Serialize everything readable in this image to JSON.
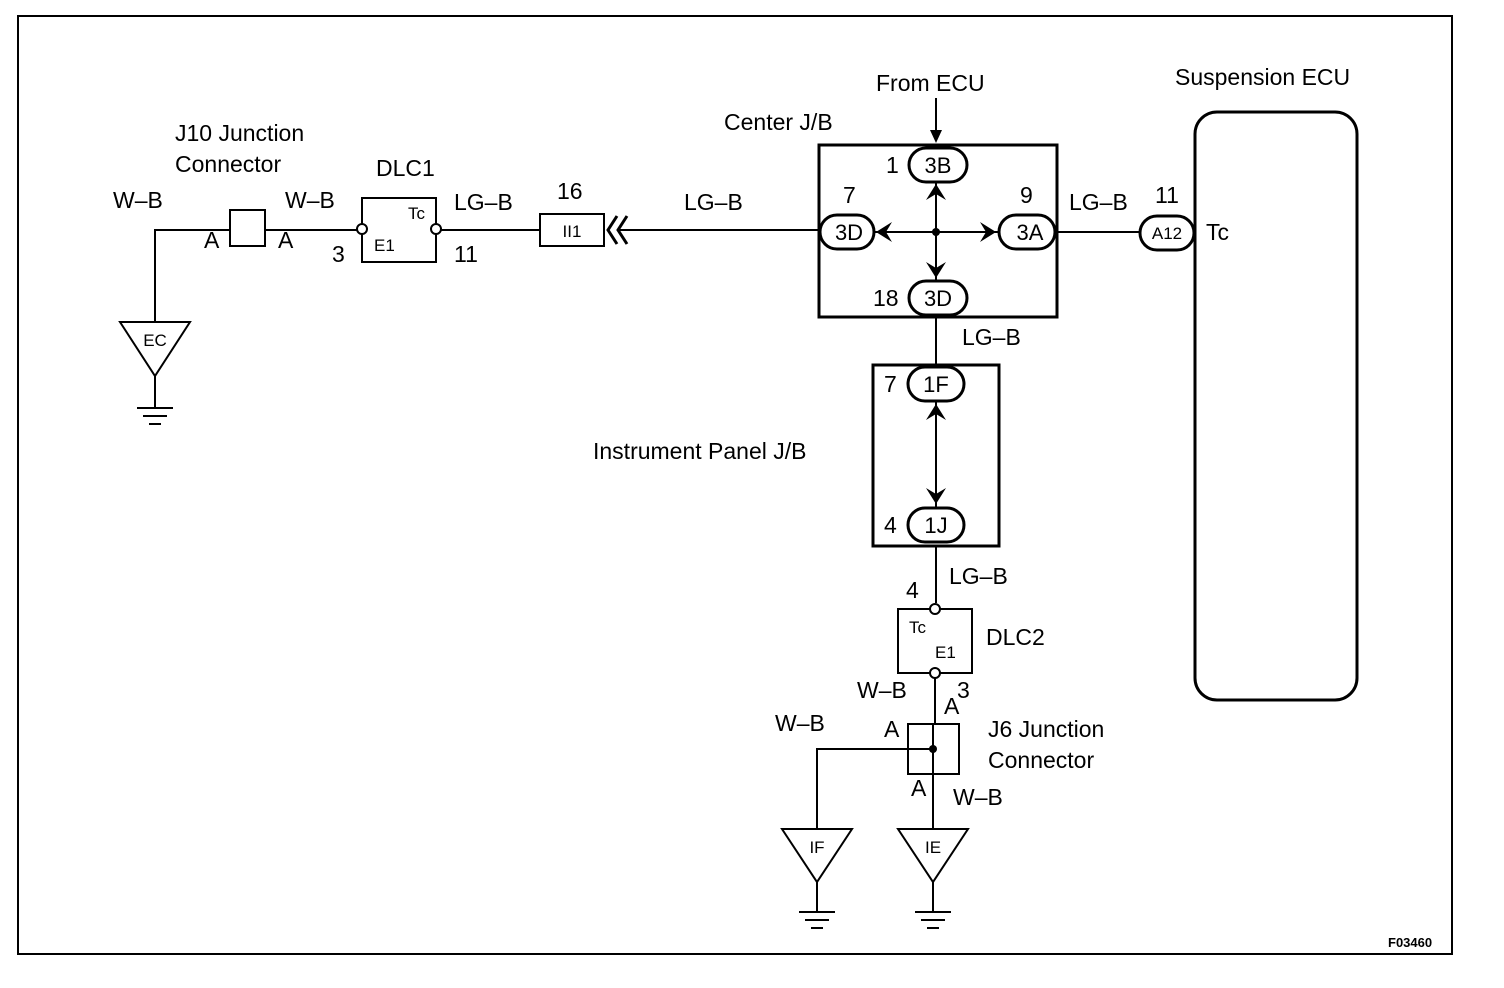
{
  "labels": {
    "from_ecu": "From ECU",
    "suspension_ecu": "Suspension ECU",
    "center_jb": "Center J/B",
    "instrument_panel_jb": "Instrument Panel J/B",
    "j10_line1": "J10 Junction",
    "j10_line2": "Connector",
    "j6_line1": "J6 Junction",
    "j6_line2": "Connector",
    "dlc1": "DLC1",
    "dlc2": "DLC2",
    "figure_code": "F03460"
  },
  "wires": {
    "wb_1": "W–B",
    "wb_2": "W–B",
    "wb_3": "W–B",
    "wb_4": "W–B",
    "wb_5": "W–B",
    "lgb_1": "LG–B",
    "lgb_2": "LG–B",
    "lgb_3": "LG–B",
    "lgb_4": "LG–B",
    "lgb_5": "LG–B"
  },
  "pins": {
    "j10_a_left": "A",
    "j10_a_right": "A",
    "dlc1_3": "3",
    "dlc1_11": "11",
    "ii1_16": "16",
    "cjb_3b_1": "1",
    "cjb_3d_7": "7",
    "cjb_3a_9": "9",
    "cjb_3d_18": "18",
    "ecu_a12_11": "11",
    "ipjb_1f_7": "7",
    "ipjb_1j_4": "4",
    "dlc2_4": "4",
    "dlc2_3": "3",
    "j6_a_top": "A",
    "j6_a_left": "A",
    "j6_a_bottom": "A"
  },
  "terminals": {
    "dlc1_tc": "Tc",
    "dlc1_e1": "E1",
    "dlc2_tc": "Tc",
    "dlc2_e1": "E1",
    "ecu_tc": "Tc"
  },
  "connectors": {
    "cjb_3b": "3B",
    "cjb_3d_left": "3D",
    "cjb_3a": "3A",
    "cjb_3d_bottom": "3D",
    "ipjb_1f": "1F",
    "ipjb_1j": "1J",
    "ecu_a12": "A12",
    "ii1": "II1"
  },
  "grounds": {
    "ec": "EC",
    "if": "IF",
    "ie": "IE"
  }
}
